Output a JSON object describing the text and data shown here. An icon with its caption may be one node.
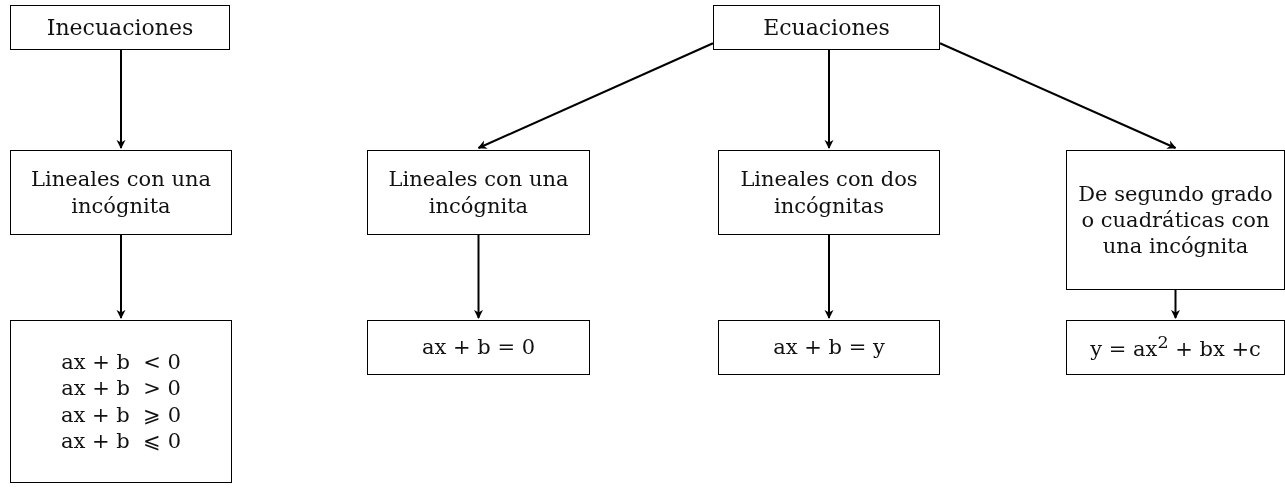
{
  "diagram": {
    "nodes": [
      {
        "text": [
          "Inecuaciones"
        ]
      },
      {
        "text": [
          "Lineales con una incógnita"
        ]
      },
      {
        "text": [
          "ax + b  < 0",
          "ax + b  > 0",
          "ax + b  ⩾ 0",
          "ax + b  ⩽ 0"
        ]
      },
      {
        "text": [
          "Ecuaciones"
        ]
      },
      {
        "text": [
          "Lineales con una incógnita"
        ]
      },
      {
        "text": [
          "Lineales con dos incógnitas"
        ]
      },
      {
        "text": [
          "De segundo grado o cuadráticas con una incógnita"
        ]
      },
      {
        "text": [
          "ax + b = 0"
        ]
      },
      {
        "text": [
          "ax + b = y"
        ]
      },
      {
        "text": [
          "y =  ax$^{2}$ + bx +c"
        ]
      }
    ],
    "edges": [
      {
        "from": 0,
        "to": 1,
        "arrow": "to"
      },
      {
        "from": 1,
        "to": 2,
        "arrow": "to"
      },
      {
        "from": 3,
        "to": 4,
        "arrow": "to"
      },
      {
        "from": 3,
        "to": 5,
        "arrow": "to"
      },
      {
        "from": 3,
        "to": 6,
        "arrow": "to"
      },
      {
        "from": 4,
        "to": 7,
        "arrow": "to"
      },
      {
        "from": 5,
        "to": 8,
        "arrow": "to"
      },
      {
        "from": 6,
        "to": 9,
        "arrow": "to"
      }
    ]
  }
}
